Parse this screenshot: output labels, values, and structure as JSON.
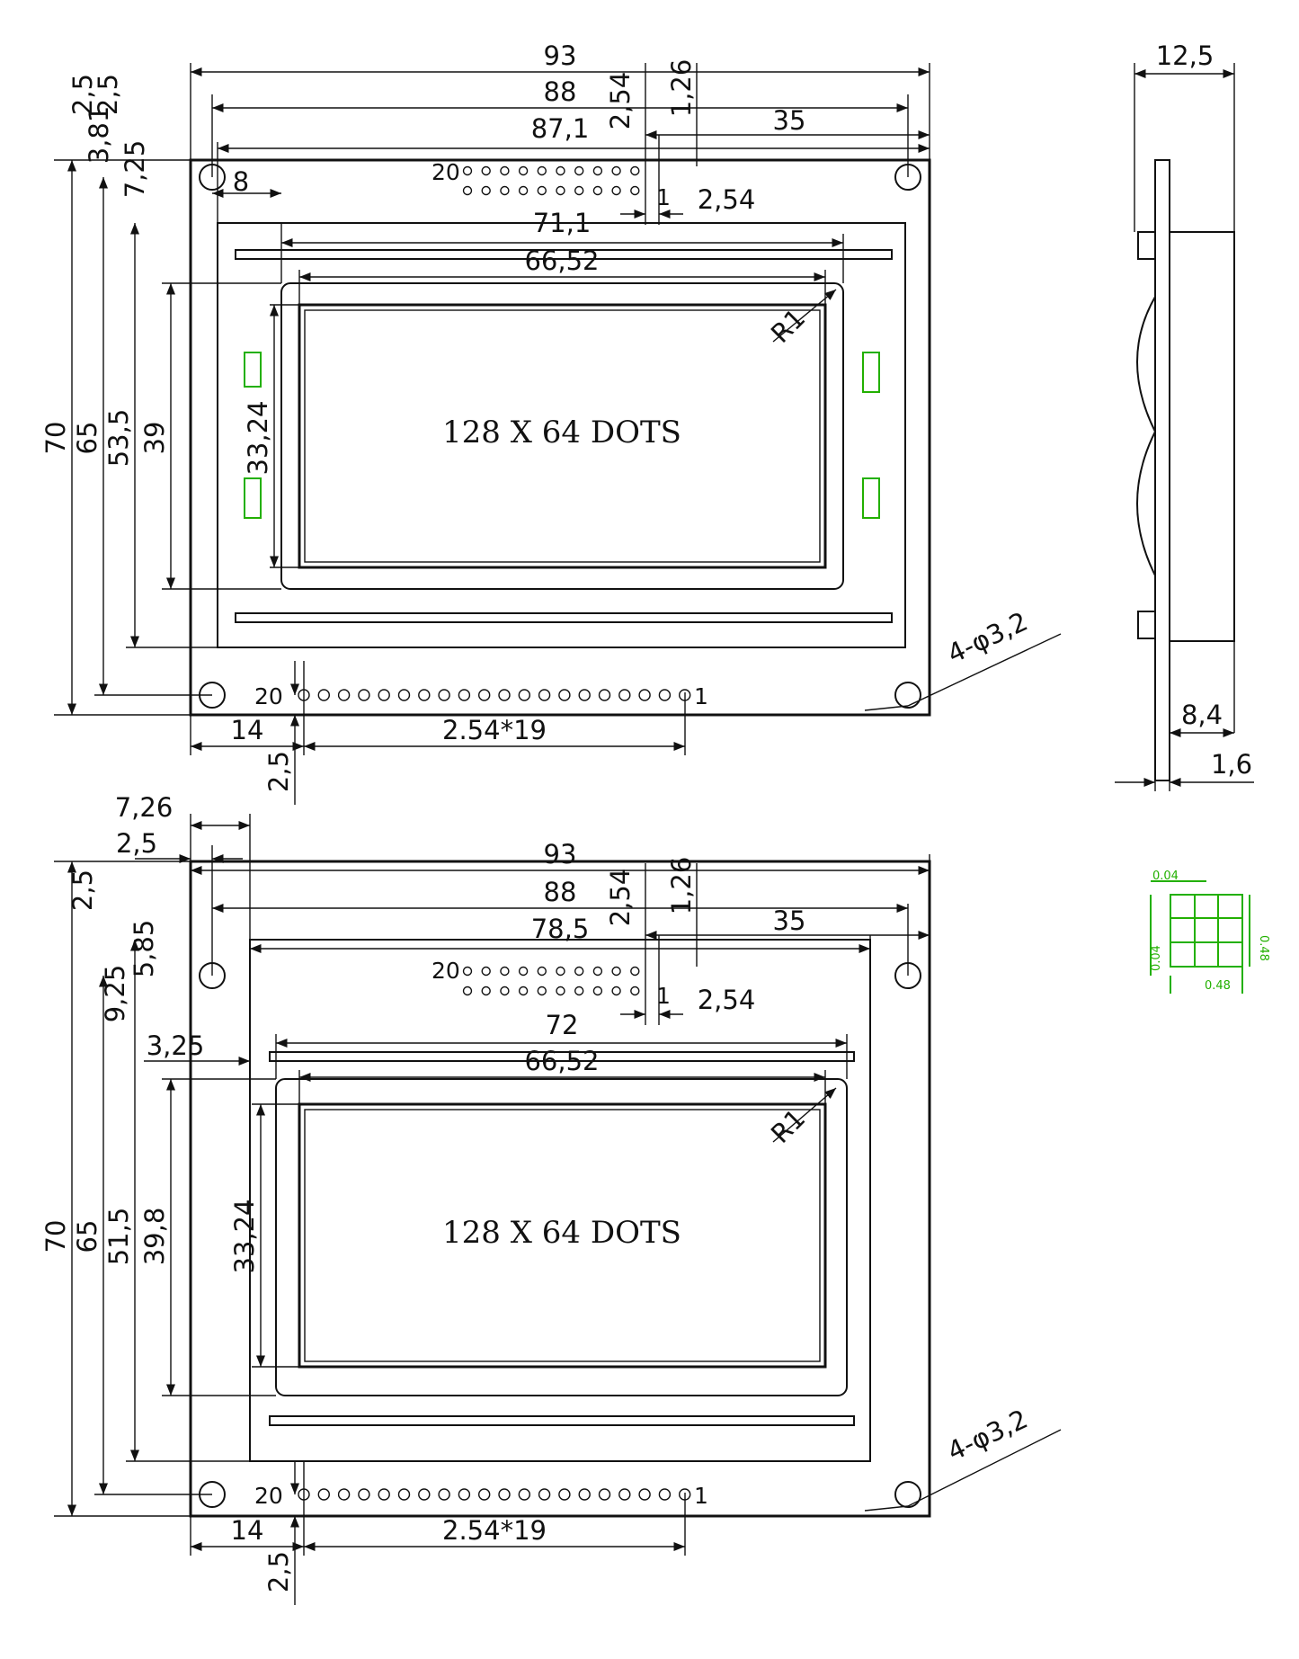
{
  "colors": {
    "line": "#111111",
    "accent": "#22b000",
    "background": "#ffffff"
  },
  "top_view": {
    "display_label": "128 X 64 DOTS",
    "horizontal_dims": {
      "d93": "93",
      "d88": "88",
      "d87_1": "87,1",
      "d35": "35",
      "d8": "8",
      "d71_1": "71,1",
      "d66_52": "66,52",
      "d14": "14",
      "pitch": "2.54*19",
      "d2_54_pin": "2,54",
      "d2_54_top": "2,54",
      "d1_26": "1,26"
    },
    "vertical_dims": {
      "d70": "70",
      "d65": "65",
      "d53_5": "53,5",
      "d39": "39",
      "d33_24": "33,24",
      "d2_5": "2,5",
      "d7_25": "7,25",
      "d2_5b": "2,5",
      "d3_81": "3,81",
      "d2_5c": "2,5"
    },
    "radius": "R1",
    "holes": "4-φ3,2",
    "pin_first": "20",
    "pin_last": "1"
  },
  "bottom_view": {
    "display_label": "128 X 64 DOTS",
    "horizontal_dims": {
      "d7_26": "7,26",
      "d2_5": "2,5",
      "d93": "93",
      "d88": "88",
      "d78_5": "78,5",
      "d35": "35",
      "d72": "72",
      "d66_52": "66,52",
      "d14": "14",
      "pitch": "2.54*19",
      "d2_54_pin": "2,54",
      "d2_54_top": "2,54",
      "d1_26": "1,26",
      "d3_25": "3,25"
    },
    "vertical_dims": {
      "d70": "70",
      "d65": "65",
      "d51_5": "51,5",
      "d39_8": "39,8",
      "d33_24": "33,24",
      "d2_5": "2,5",
      "d5_85": "5,85",
      "d9_25": "9,25",
      "d2_5b": "2,5"
    },
    "radius": "R1",
    "holes": "4-φ3,2",
    "pin_first": "20",
    "pin_last": "1"
  },
  "side_view": {
    "d12_5": "12,5",
    "d8_4": "8,4",
    "d1_6": "1,6"
  },
  "dot_detail": {
    "d0_04_top": "0.04",
    "d0_48_right": "0.48",
    "d0_04_left": "0.04",
    "d0_48_bottom": "0.48"
  }
}
